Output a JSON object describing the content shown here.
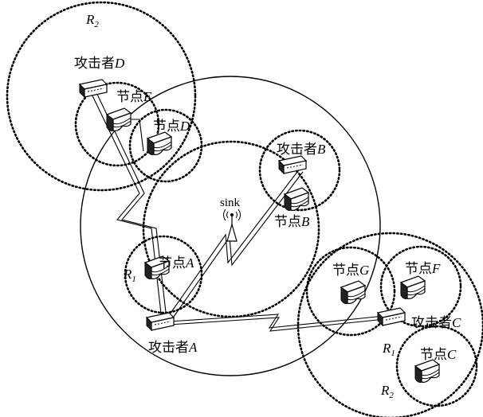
{
  "labels": {
    "r2_top": "R",
    "r2_top_sub": "2",
    "r1_left": "R",
    "r1_left_sub": "1",
    "r1_right": "R",
    "r1_right_sub": "1",
    "r2_bottom": "R",
    "r2_bottom_sub": "2",
    "sink": "sink",
    "attacker_prefix": "攻击者",
    "node_prefix": "节点",
    "attacker_D": "D",
    "attacker_B": "B",
    "attacker_A": "A",
    "attacker_C": "C",
    "node_E": "E",
    "node_D": "D",
    "node_B": "B",
    "node_A": "A",
    "node_G": "G",
    "node_F": "F",
    "node_C": "C"
  }
}
